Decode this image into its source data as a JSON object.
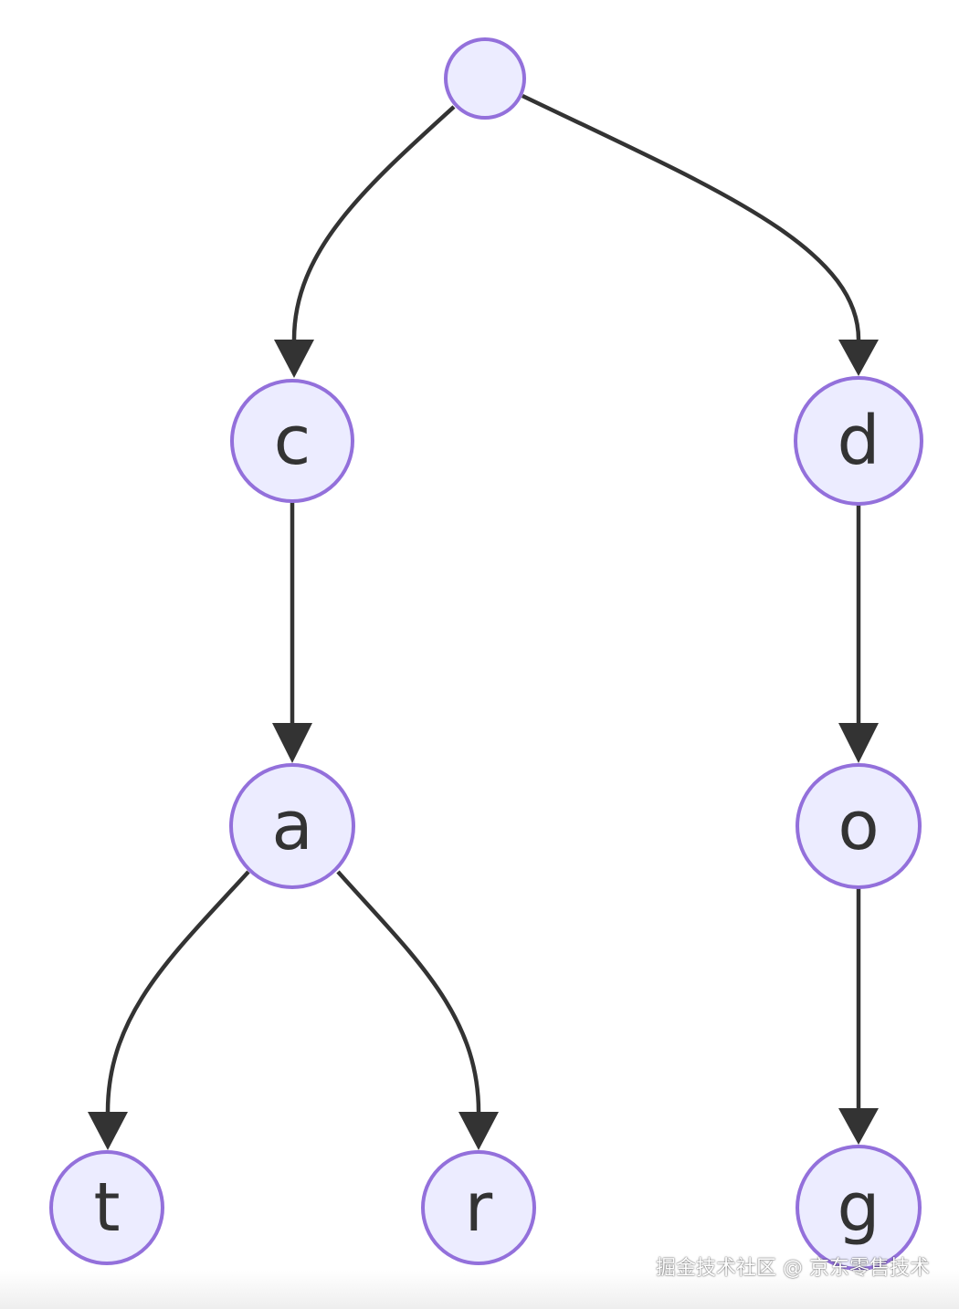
{
  "diagram": {
    "nodes": [
      {
        "id": "root",
        "label": ""
      },
      {
        "id": "c",
        "label": "c"
      },
      {
        "id": "d",
        "label": "d"
      },
      {
        "id": "a",
        "label": "a"
      },
      {
        "id": "o",
        "label": "o"
      },
      {
        "id": "t",
        "label": "t"
      },
      {
        "id": "r",
        "label": "r"
      },
      {
        "id": "g",
        "label": "g"
      }
    ],
    "edges": [
      {
        "from": "root",
        "to": "c"
      },
      {
        "from": "root",
        "to": "d"
      },
      {
        "from": "c",
        "to": "a"
      },
      {
        "from": "d",
        "to": "o"
      },
      {
        "from": "a",
        "to": "t"
      },
      {
        "from": "a",
        "to": "r"
      },
      {
        "from": "o",
        "to": "g"
      }
    ],
    "colors": {
      "node_fill": "#ECECFF",
      "node_stroke": "#9370DB",
      "edge": "#333333",
      "text": "#333333"
    }
  },
  "watermark": "掘金技术社区 @ 京东零售技术"
}
